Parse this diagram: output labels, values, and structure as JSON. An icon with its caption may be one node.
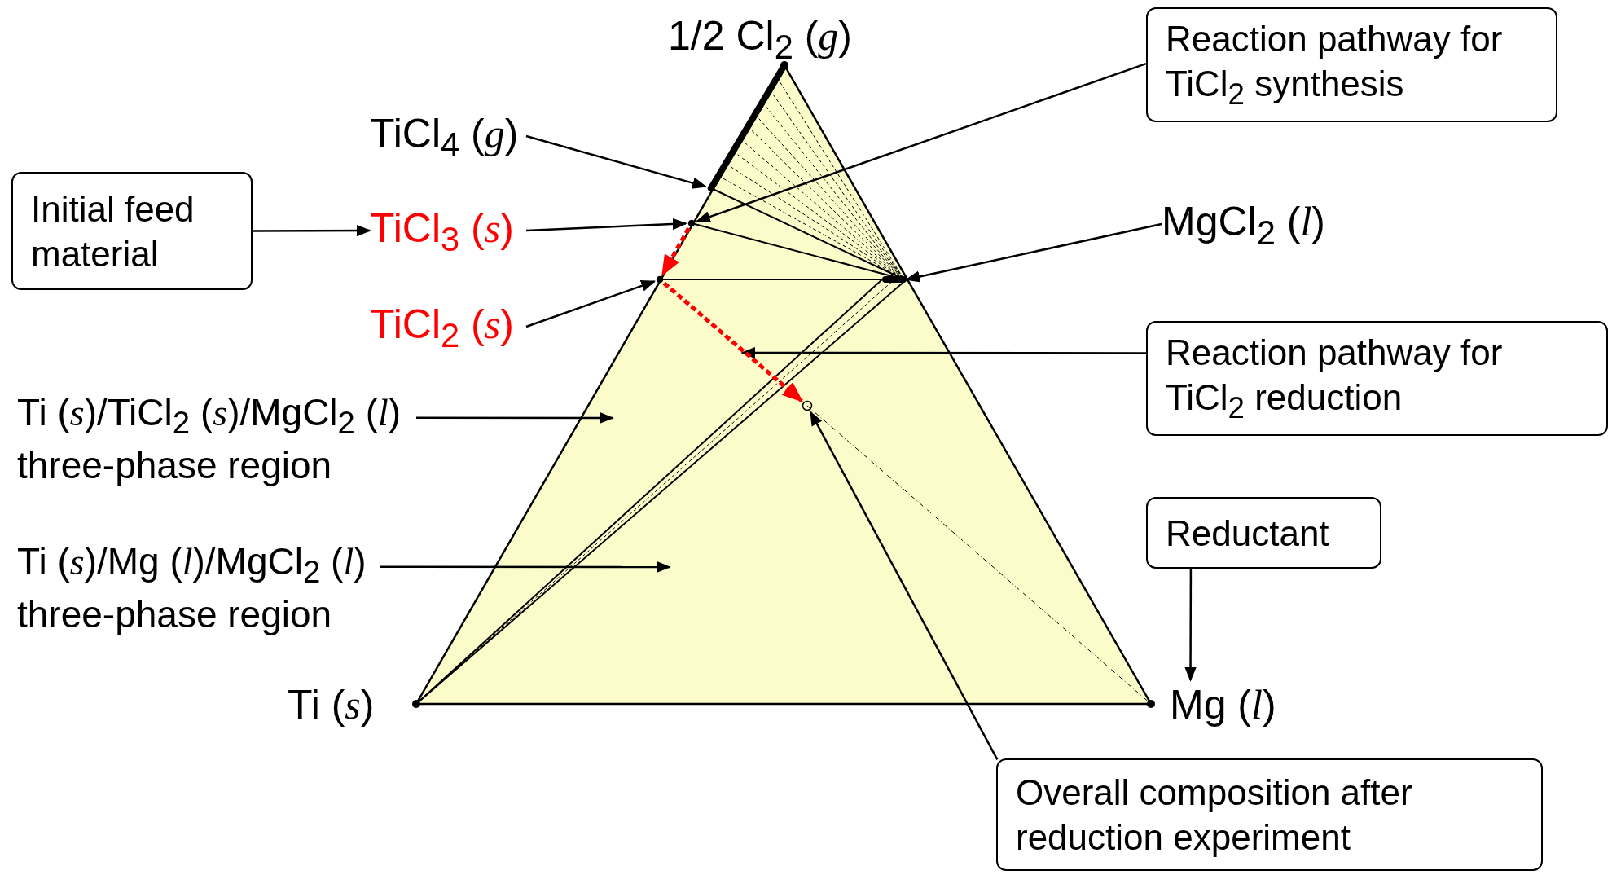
{
  "diagram": {
    "nodes": [
      {
        "text": [
          "Reaction pathway for TiCl$_{2}$ synthesis"
        ]
      },
      {
        "text": [
          "Initial feed material"
        ]
      },
      {
        "text": [
          "Reaction pathway for TiCl$_{2}$ reduction"
        ]
      },
      {
        "text": [
          "Reductant"
        ]
      },
      {
        "text": [
          "Overall composition after reduction experiment"
        ]
      },
      {
        "text": [
          "TiCl$_{4}$ (*g*)"
        ]
      },
      {
        "text": [
          "TiCl$_{3}$ (*s*)"
        ]
      },
      {
        "text": [
          "TiCl$_{2}$ (*s*)"
        ]
      },
      {
        "text": [
          "MgCl$_{2}$ (*l*)"
        ]
      },
      {
        "text": [
          "Ti (*s*)/TiCl$_{2}$ (*s*)/MgCl$_{2}$ (*l*) three-phase region"
        ]
      },
      {
        "text": [
          "Ti (*s*)/Mg (*l*)/MgCl$_{2}$ (*l*) three-phase region"
        ]
      },
      {
        "text": [
          "Mg (*l*)"
        ]
      },
      {
        "text": [],
        "shape": "circle"
      },
      {
        "text": [],
        "shape": "circle"
      },
      {
        "text": [],
        "shape": "circle"
      },
      {
        "text": [],
        "shape": "bar"
      },
      {
        "text": [],
        "shape": "circle"
      }
    ],
    "edges": [
      {
        "from": 0,
        "to": 13,
        "arrow": "to"
      },
      {
        "from": 1,
        "to": 6,
        "arrow": "to"
      },
      {
        "from": 5,
        "to": 12,
        "arrow": "to"
      },
      {
        "from": 6,
        "to": 13,
        "arrow": "to"
      },
      {
        "from": 7,
        "to": 14,
        "arrow": "to"
      },
      {
        "from": 8,
        "to": 15,
        "arrow": "to"
      },
      {
        "from": 2,
        "to": null,
        "arrow": "to"
      },
      {
        "from": 9,
        "to": null,
        "arrow": "to"
      },
      {
        "from": 10,
        "to": null,
        "arrow": "to"
      },
      {
        "from": 3,
        "to": 11,
        "arrow": "to"
      },
      {
        "from": 4,
        "to": 16,
        "arrow": "to"
      },
      {
        "from": 13,
        "to": 14,
        "arrow": "to",
        "style": "dashed",
        "color": "#ff0000"
      },
      {
        "from": 14,
        "to": 16,
        "arrow": "to",
        "style": "dashed",
        "color": "#ff0000"
      }
    ],
    "labels": [
      "1/2 Cl$_{2}$ (*g*)",
      "Ti (*s*)"
    ]
  }
}
